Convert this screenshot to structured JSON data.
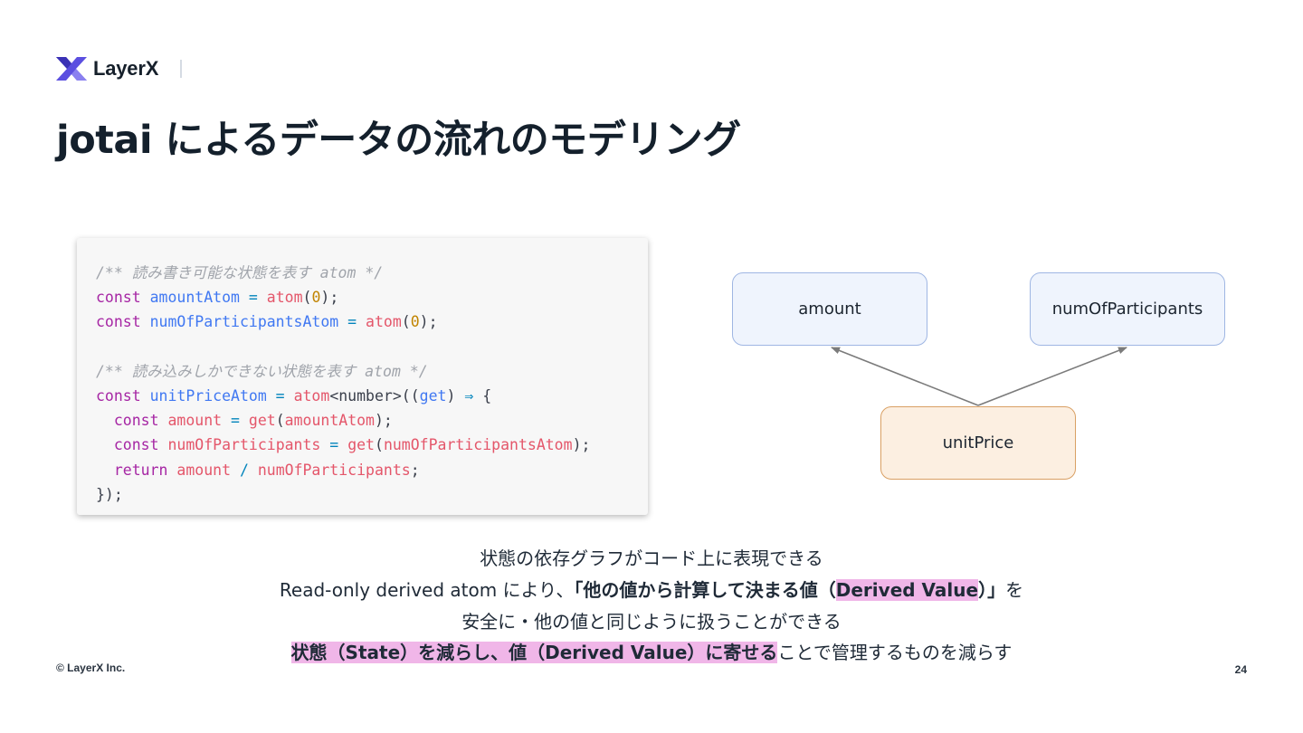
{
  "brand": {
    "name": "LayerX",
    "colors": {
      "accent": "#5b4fe0",
      "accent_dark": "#2f2a8f"
    }
  },
  "slide": {
    "title": "jotai によるデータの流れのモデリング",
    "page_number": "24",
    "copyright": "© LayerX Inc."
  },
  "code": {
    "lines": [
      [
        {
          "c": "t-comment",
          "t": "/** 読み書き可能な状態を表す atom */"
        }
      ],
      [
        {
          "c": "t-kw",
          "t": "const "
        },
        {
          "c": "t-var",
          "t": "amountAtom"
        },
        {
          "c": "t-op",
          "t": " = "
        },
        {
          "c": "t-fn",
          "t": "atom"
        },
        {
          "c": "t-plain",
          "t": "("
        },
        {
          "c": "t-num",
          "t": "0"
        },
        {
          "c": "t-plain",
          "t": ");"
        }
      ],
      [
        {
          "c": "t-kw",
          "t": "const "
        },
        {
          "c": "t-var",
          "t": "numOfParticipantsAtom"
        },
        {
          "c": "t-op",
          "t": " = "
        },
        {
          "c": "t-fn",
          "t": "atom"
        },
        {
          "c": "t-plain",
          "t": "("
        },
        {
          "c": "t-num",
          "t": "0"
        },
        {
          "c": "t-plain",
          "t": ");"
        }
      ],
      [
        {
          "c": "t-plain",
          "t": " "
        }
      ],
      [
        {
          "c": "t-comment",
          "t": "/** 読み込みしかできない状態を表す atom */"
        }
      ],
      [
        {
          "c": "t-kw",
          "t": "const "
        },
        {
          "c": "t-var",
          "t": "unitPriceAtom"
        },
        {
          "c": "t-op",
          "t": " = "
        },
        {
          "c": "t-fn",
          "t": "atom"
        },
        {
          "c": "t-plain",
          "t": "<"
        },
        {
          "c": "t-type",
          "t": "number"
        },
        {
          "c": "t-plain",
          "t": ">(("
        },
        {
          "c": "t-var",
          "t": "get"
        },
        {
          "c": "t-plain",
          "t": ") "
        },
        {
          "c": "t-op",
          "t": "⇒"
        },
        {
          "c": "t-plain",
          "t": " {"
        }
      ],
      [
        {
          "c": "t-kw",
          "t": "  const "
        },
        {
          "c": "t-fn",
          "t": "amount"
        },
        {
          "c": "t-op",
          "t": " = "
        },
        {
          "c": "t-fn",
          "t": "get"
        },
        {
          "c": "t-plain",
          "t": "("
        },
        {
          "c": "t-fn",
          "t": "amountAtom"
        },
        {
          "c": "t-plain",
          "t": ");"
        }
      ],
      [
        {
          "c": "t-kw",
          "t": "  const "
        },
        {
          "c": "t-fn",
          "t": "numOfParticipants"
        },
        {
          "c": "t-op",
          "t": " = "
        },
        {
          "c": "t-fn",
          "t": "get"
        },
        {
          "c": "t-plain",
          "t": "("
        },
        {
          "c": "t-fn",
          "t": "numOfParticipantsAtom"
        },
        {
          "c": "t-plain",
          "t": ");"
        }
      ],
      [
        {
          "c": "t-kw",
          "t": "  return "
        },
        {
          "c": "t-fn",
          "t": "amount"
        },
        {
          "c": "t-op",
          "t": " / "
        },
        {
          "c": "t-fn",
          "t": "numOfParticipants"
        },
        {
          "c": "t-plain",
          "t": ";"
        }
      ],
      [
        {
          "c": "t-plain",
          "t": "});"
        }
      ]
    ]
  },
  "diagram": {
    "nodes": {
      "amount": "amount",
      "participants": "numOfParticipants",
      "unit_price": "unitPrice"
    },
    "colors": {
      "blue_fill": "#eff4fd",
      "blue_border": "#9fb6e3",
      "orange_fill": "#fcefe1",
      "orange_border": "#d9a064",
      "edge": "#7b7b7b"
    }
  },
  "caption": {
    "line1": "状態の依存グラフがコード上に表現できる",
    "line2": {
      "prefix": "Read-only derived atom により、",
      "bold_open": "「他の値から計算して決まる値（",
      "bold_hl": "Derived Value",
      "bold_close": "）」",
      "suffix": "を"
    },
    "line3": "安全に・他の値と同じように扱うことができる",
    "line4": {
      "hl": "状態（State）を減らし、値（Derived Value）に寄せる",
      "suffix": "ことで管理するものを減らす"
    },
    "highlight_color": "#f0b6e8"
  }
}
